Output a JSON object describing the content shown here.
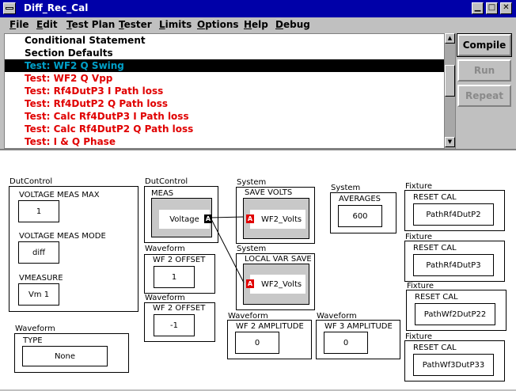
{
  "window": {
    "title": "Diff_Rec_Cal"
  },
  "menu": [
    "File",
    "Edit",
    "Test Plan",
    "Tester",
    "Limits",
    "Options",
    "Help",
    "Debug"
  ],
  "list": {
    "items": [
      {
        "label": "Conditional Statement",
        "style": "black"
      },
      {
        "label": "Section Defaults",
        "style": "black"
      },
      {
        "label": "Test: WF2 Q Swing",
        "style": "sel"
      },
      {
        "label": "Test: WF2 Q Vpp",
        "style": "red"
      },
      {
        "label": "Test: Rf4DutP3 I Path loss",
        "style": "red"
      },
      {
        "label": "Test: Rf4DutP2 Q Path loss",
        "style": "red"
      },
      {
        "label": "Test: Calc Rf4DutP3 I Path loss",
        "style": "red"
      },
      {
        "label": "Test: Calc Rf4DutP2 Q Path loss",
        "style": "red"
      },
      {
        "label": "Test: I & Q Phase",
        "style": "red"
      }
    ]
  },
  "buttons": {
    "compile": "Compile",
    "run": "Run",
    "repeat": "Repeat"
  },
  "canvas": {
    "dutcontrol1": {
      "category": "DutControl",
      "volt_max_label": "VOLTAGE MEAS MAX",
      "volt_max_value": "1",
      "volt_mode_label": "VOLTAGE MEAS MODE",
      "volt_mode_value": "diff",
      "vmeasure_label": "VMEASURE",
      "vmeasure_value": "Vm 1"
    },
    "waveform_type": {
      "category": "Waveform",
      "label": "TYPE",
      "value": "None"
    },
    "dutcontrol2": {
      "category": "DutControl",
      "label": "MEAS",
      "inner": "Voltage",
      "port": "A"
    },
    "wf2_offset_a": {
      "category": "Waveform",
      "label": "WF 2 OFFSET",
      "value": "1"
    },
    "wf2_offset_b": {
      "category": "Waveform",
      "label": "WF 2 OFFSET",
      "value": "-1"
    },
    "save_volts": {
      "category": "System",
      "label": "SAVE VOLTS",
      "inner": "WF2_Volts",
      "port": "A"
    },
    "local_var_save": {
      "category": "System",
      "label": "LOCAL VAR SAVE",
      "inner": "WF2_Volts",
      "port": "A"
    },
    "wf2_amp": {
      "category": "Waveform",
      "label": "WF 2 AMPLITUDE",
      "value": "0"
    },
    "wf3_amp": {
      "category": "Waveform",
      "label": "WF 3 AMPLITUDE",
      "value": "0"
    },
    "averages": {
      "category": "System",
      "label": "AVERAGES",
      "value": "600"
    },
    "fixture1": {
      "category": "Fixture",
      "label": "RESET CAL",
      "value": "PathRf4DutP2"
    },
    "fixture2": {
      "category": "Fixture",
      "label": "RESET CAL",
      "value": "PathRf4DutP3"
    },
    "fixture3": {
      "category": "Fixture",
      "label": "RESET CAL",
      "value": "PathWf2DutP22"
    },
    "fixture4": {
      "category": "Fixture",
      "label": "RESET CAL",
      "value": "PathWf3DutP33"
    }
  },
  "colors": {
    "titlebar": "#0000a8",
    "selected_text": "#00a0c8",
    "error_text": "#e00000",
    "port_red": "#e00000"
  }
}
